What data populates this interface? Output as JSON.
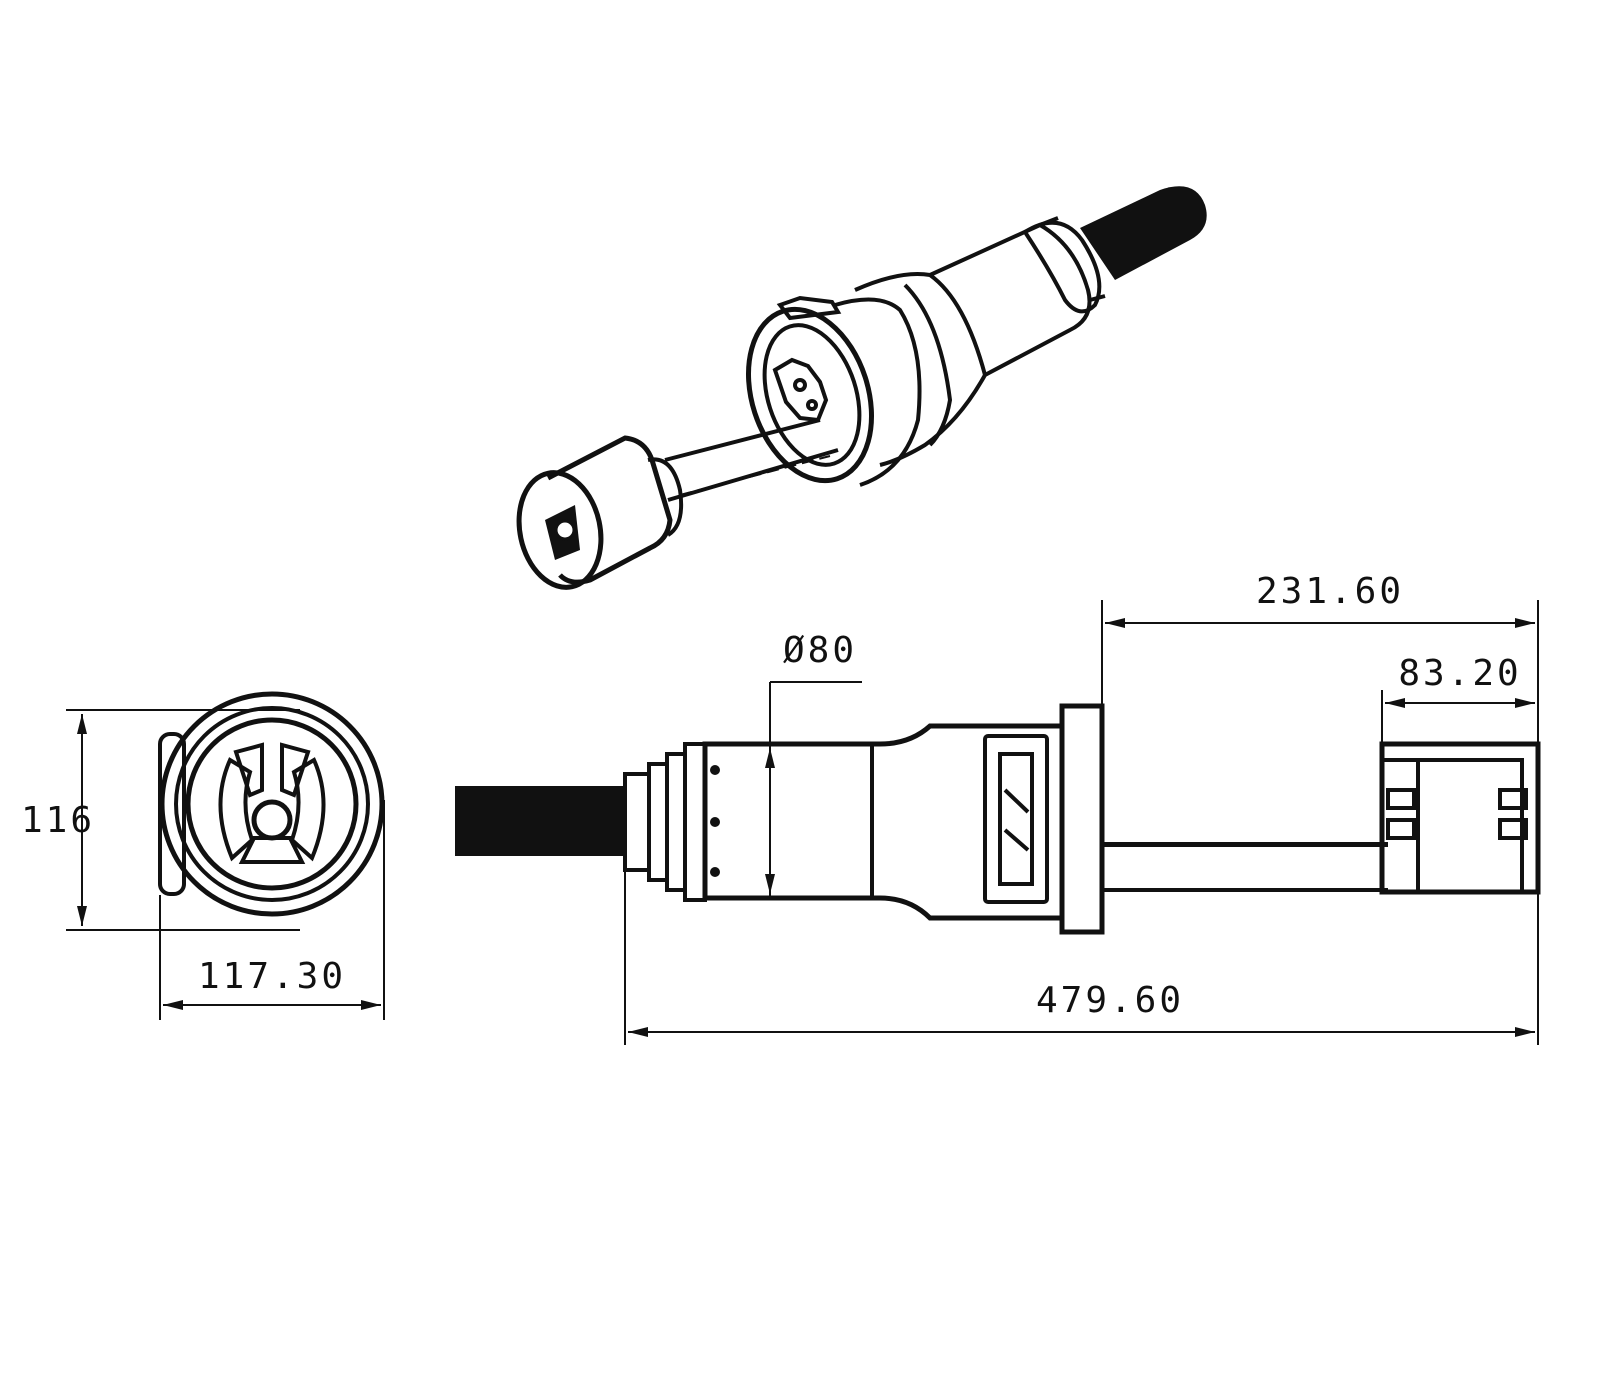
{
  "dimensions": {
    "height": "116",
    "width": "117.30",
    "diameter": "Ø80",
    "length_flange_to_end": "231.60",
    "length_end_section": "83.20",
    "overall_length": "479.60"
  },
  "colors": {
    "line": "#111111",
    "background": "#ffffff"
  }
}
